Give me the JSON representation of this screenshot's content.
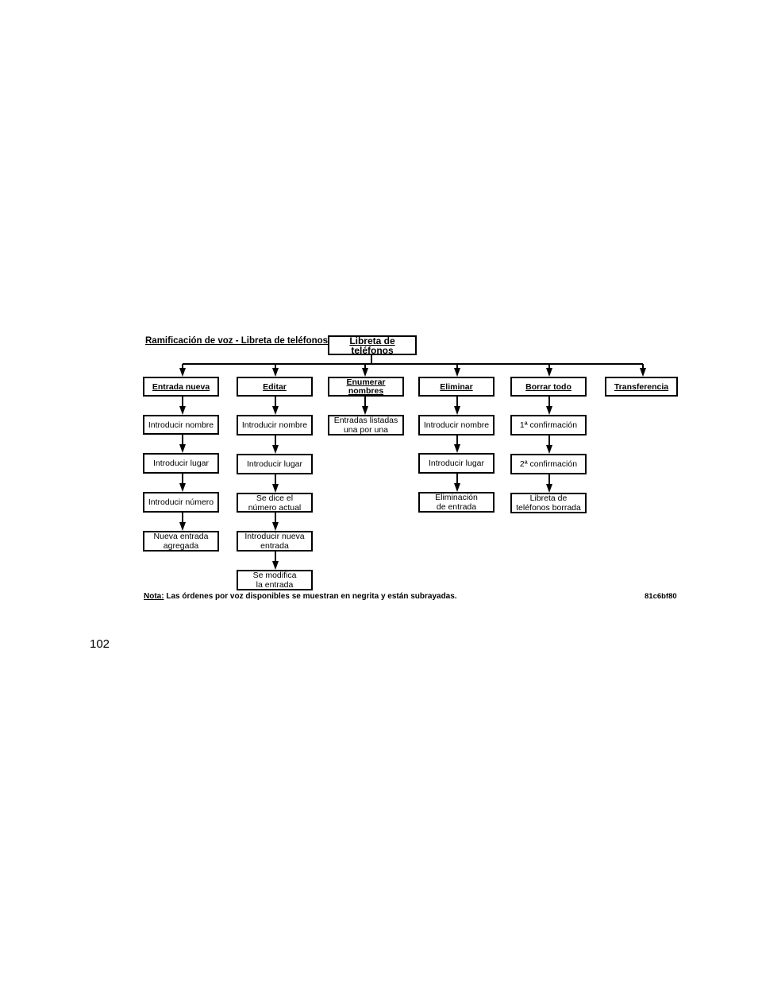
{
  "diagram": {
    "title": "Ramificación de voz - Libreta de teléfonos",
    "root": "Libreta de teléfonos",
    "branches": [
      {
        "command": "Entrada nueva",
        "steps": [
          "Introducir nombre",
          "Introducir lugar",
          "Introducir número",
          "Nueva entrada\nagregada"
        ]
      },
      {
        "command": "Editar",
        "steps": [
          "Introducir nombre",
          "Introducir lugar",
          "Se dice el\nnúmero actual",
          "Introducir nueva\nentrada",
          "Se modifica\nla entrada"
        ]
      },
      {
        "command": "Enumerar\nnombres",
        "steps": [
          "Entradas listadas\nuna por una"
        ]
      },
      {
        "command": "Eliminar",
        "steps": [
          "Introducir nombre",
          "Introducir lugar",
          "Eliminación\nde entrada"
        ]
      },
      {
        "command": "Borrar todo",
        "steps": [
          "1ª confirmación",
          "2ª confirmación",
          "Libreta de\nteléfonos borrada"
        ]
      },
      {
        "command": "Transferencia",
        "steps": []
      }
    ],
    "note_label": "Nota:",
    "note_text": "Las órdenes por voz disponibles se muestran en negrita y están subrayadas.",
    "figure_code": "81c6bf80"
  },
  "page": {
    "number": "102"
  }
}
